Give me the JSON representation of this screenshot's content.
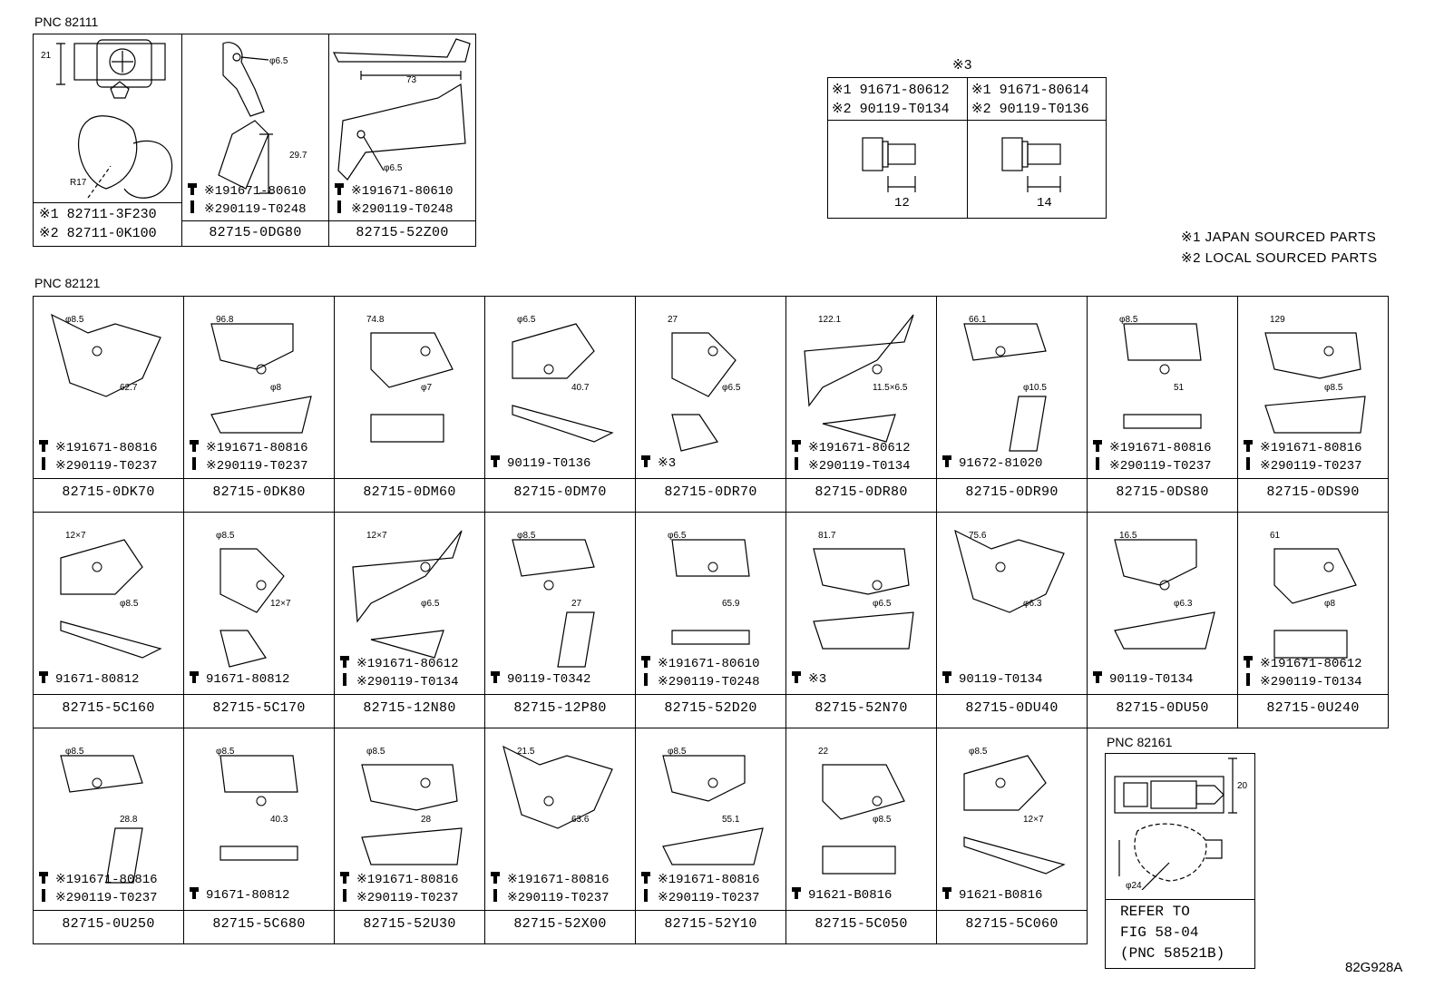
{
  "groups": {
    "pnc1": "PNC 82111",
    "pnc2": "PNC 82121",
    "pnc3": "PNC 82161"
  },
  "notes": {
    "n1": "※1 JAPAN SOURCED PARTS",
    "n2": "※2 LOCAL SOURCED PARTS"
  },
  "ref_table": {
    "title": "※3",
    "left": {
      "l1": "※1 91671-80612",
      "l2": "※2 90119-T0134",
      "dim": "12"
    },
    "right": {
      "l1": "※1 91671-80614",
      "l2": "※2 90119-T0136",
      "dim": "14"
    }
  },
  "pnc82111": {
    "c1": {
      "dims": [
        "21",
        "R17"
      ],
      "l1": "※1 82711-3F230",
      "l2": "※2 82711-0K100"
    },
    "c2": {
      "dims": [
        "φ6.5",
        "29.7"
      ],
      "f1": "※191671-80610",
      "f2": "※290119-T0248",
      "pn": "82715-0DG80"
    },
    "c3": {
      "dims": [
        "73",
        "φ6.5"
      ],
      "f1": "※191671-80610",
      "f2": "※290119-T0248",
      "pn": "82715-52Z00"
    }
  },
  "row1": [
    {
      "pn": "82715-0DK70",
      "f1": "※191671-80816",
      "f2": "※290119-T0237",
      "dims": [
        "φ8.5",
        "62.7"
      ]
    },
    {
      "pn": "82715-0DK80",
      "f1": "※191671-80816",
      "f2": "※290119-T0237",
      "dims": [
        "96.8",
        "φ8"
      ]
    },
    {
      "pn": "82715-0DM60",
      "f1": "",
      "f2": "",
      "dims": [
        "74.8",
        "φ7"
      ]
    },
    {
      "pn": "82715-0DM70",
      "f1": "90119-T0136",
      "f2": "",
      "dims": [
        "φ6.5",
        "40.7"
      ]
    },
    {
      "pn": "82715-0DR70",
      "f1": "※3",
      "f2": "",
      "dims": [
        "27",
        "φ6.5"
      ]
    },
    {
      "pn": "82715-0DR80",
      "f1": "※191671-80612",
      "f2": "※290119-T0134",
      "dims": [
        "122.1",
        "11.5×6.5"
      ]
    },
    {
      "pn": "82715-0DR90",
      "f1": "91672-81020",
      "f2": "",
      "dims": [
        "66.1",
        "φ10.5"
      ]
    },
    {
      "pn": "82715-0DS80",
      "f1": "※191671-80816",
      "f2": "※290119-T0237",
      "dims": [
        "φ8.5",
        "51"
      ]
    },
    {
      "pn": "82715-0DS90",
      "f1": "※191671-80816",
      "f2": "※290119-T0237",
      "dims": [
        "129",
        "φ8.5"
      ]
    }
  ],
  "row2": [
    {
      "pn": "82715-5C160",
      "f1": "91671-80812",
      "f2": "",
      "dims": [
        "12×7",
        "φ8.5"
      ]
    },
    {
      "pn": "82715-5C170",
      "f1": "91671-80812",
      "f2": "",
      "dims": [
        "φ8.5",
        "12×7"
      ]
    },
    {
      "pn": "82715-12N80",
      "f1": "※191671-80612",
      "f2": "※290119-T0134",
      "dims": [
        "12×7",
        "φ6.5"
      ]
    },
    {
      "pn": "82715-12P80",
      "f1": "90119-T0342",
      "f2": "",
      "dims": [
        "φ8.5",
        "27"
      ]
    },
    {
      "pn": "82715-52D20",
      "f1": "※191671-80610",
      "f2": "※290119-T0248",
      "dims": [
        "φ6.5",
        "65.9"
      ]
    },
    {
      "pn": "82715-52N70",
      "f1": "※3",
      "f2": "",
      "dims": [
        "81.7",
        "φ6.5"
      ]
    },
    {
      "pn": "82715-0DU40",
      "f1": "90119-T0134",
      "f2": "",
      "dims": [
        "75.6",
        "φ6.3"
      ]
    },
    {
      "pn": "82715-0DU50",
      "f1": "90119-T0134",
      "f2": "",
      "dims": [
        "16.5",
        "φ6.3"
      ]
    },
    {
      "pn": "82715-0U240",
      "f1": "※191671-80612",
      "f2": "※290119-T0134",
      "dims": [
        "61",
        "φ8"
      ]
    }
  ],
  "row3": [
    {
      "pn": "82715-0U250",
      "f1": "※191671-80816",
      "f2": "※290119-T0237",
      "dims": [
        "φ8.5",
        "28.8"
      ]
    },
    {
      "pn": "82715-5C680",
      "f1": "91671-80812",
      "f2": "",
      "dims": [
        "φ8.5",
        "40.3"
      ]
    },
    {
      "pn": "82715-52U30",
      "f1": "※191671-80816",
      "f2": "※290119-T0237",
      "dims": [
        "φ8.5",
        "28"
      ]
    },
    {
      "pn": "82715-52X00",
      "f1": "※191671-80816",
      "f2": "※290119-T0237",
      "dims": [
        "21.5",
        "63.6"
      ]
    },
    {
      "pn": "82715-52Y10",
      "f1": "※191671-80816",
      "f2": "※290119-T0237",
      "dims": [
        "φ8.5",
        "55.1"
      ]
    },
    {
      "pn": "82715-5C050",
      "f1": "91621-B0816",
      "f2": "",
      "dims": [
        "22",
        "φ8.5"
      ]
    },
    {
      "pn": "82715-5C060",
      "f1": "91621-B0816",
      "f2": "",
      "dims": [
        "φ8.5",
        "12×7"
      ]
    }
  ],
  "pnc82161": {
    "dims": [
      "20",
      "φ24"
    ],
    "l1": "REFER TO",
    "l2": "FIG 58-04",
    "l3": "(PNC 58521B)"
  },
  "fig_code": "82G928A"
}
